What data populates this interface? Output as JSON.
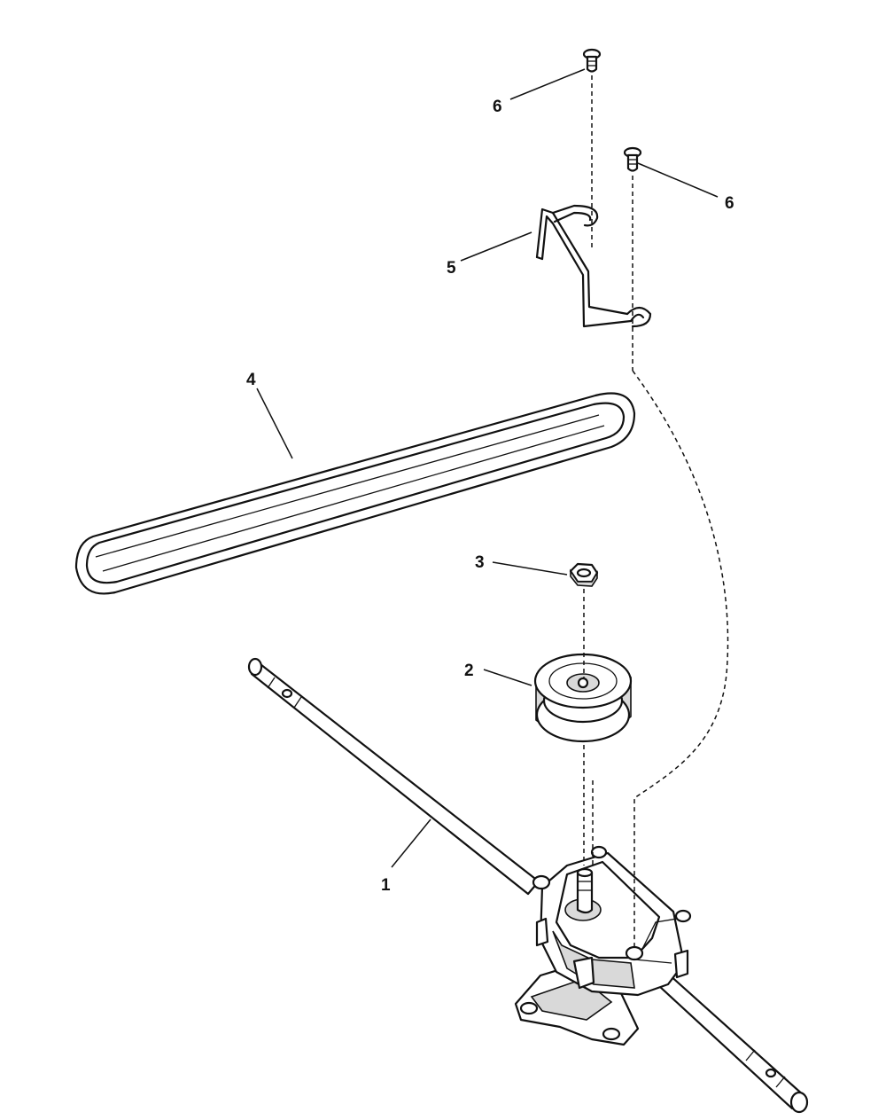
{
  "callouts": {
    "c1": "1",
    "c2": "2",
    "c3": "3",
    "c4": "4",
    "c5": "5",
    "c6a": "6",
    "c6b": "6"
  }
}
